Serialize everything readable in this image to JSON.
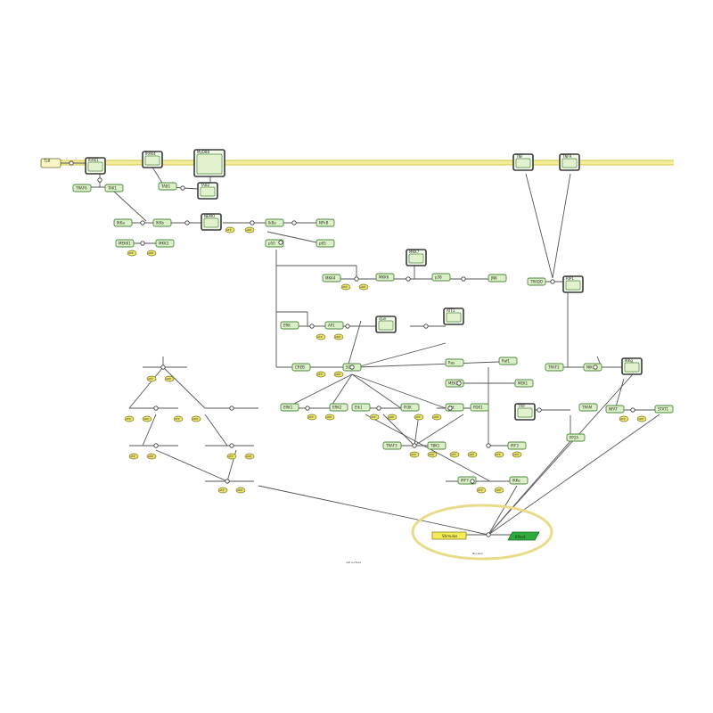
{
  "diagram": {
    "nodes": [
      {
        "id": "tlr",
        "label": "TLR"
      },
      {
        "id": "irak1",
        "label": "IRAK1"
      },
      {
        "id": "irak4",
        "label": "IRAK4"
      },
      {
        "id": "myd88",
        "label": "MyD88"
      },
      {
        "id": "traf6",
        "label": "TRAF6"
      },
      {
        "id": "tak1",
        "label": "TAK1"
      },
      {
        "id": "tab1",
        "label": "TAB1"
      },
      {
        "id": "tab2",
        "label": "TAB2"
      },
      {
        "id": "ikka",
        "label": "IKKa"
      },
      {
        "id": "ikkb",
        "label": "IKKb"
      },
      {
        "id": "nemo",
        "label": "NEMO"
      },
      {
        "id": "ikba",
        "label": "IkBa"
      },
      {
        "id": "nfkb",
        "label": "NFkB"
      },
      {
        "id": "p50",
        "label": "p50"
      },
      {
        "id": "p65",
        "label": "p65"
      },
      {
        "id": "mekk1",
        "label": "MEKK1"
      },
      {
        "id": "mkk3",
        "label": "MKK3"
      },
      {
        "id": "mkk4",
        "label": "MKK4"
      },
      {
        "id": "mkk6",
        "label": "MKK6"
      },
      {
        "id": "mkk7",
        "label": "MKK7"
      },
      {
        "id": "p38",
        "label": "p38"
      },
      {
        "id": "jnk",
        "label": "JNK"
      },
      {
        "id": "erk",
        "label": "ERK"
      },
      {
        "id": "ap1",
        "label": "AP1"
      },
      {
        "id": "cjun",
        "label": "cJun"
      },
      {
        "id": "atf2",
        "label": "ATF2"
      },
      {
        "id": "creb",
        "label": "CREB"
      },
      {
        "id": "sos",
        "label": "SOS"
      },
      {
        "id": "ras",
        "label": "Ras"
      },
      {
        "id": "raf1",
        "label": "Raf1"
      },
      {
        "id": "mek1",
        "label": "MEK1"
      },
      {
        "id": "mek2",
        "label": "MEK2"
      },
      {
        "id": "erk1",
        "label": "ERK1"
      },
      {
        "id": "erk2",
        "label": "ERK2"
      },
      {
        "id": "elk1",
        "label": "Elk1"
      },
      {
        "id": "pi3k",
        "label": "PI3K"
      },
      {
        "id": "akt",
        "label": "Akt"
      },
      {
        "id": "pdk1",
        "label": "PDK1"
      },
      {
        "id": "traf3",
        "label": "TRAF3"
      },
      {
        "id": "tbk1",
        "label": "TBK1"
      },
      {
        "id": "irf3",
        "label": "IRF3"
      },
      {
        "id": "irf7",
        "label": "IRF7"
      },
      {
        "id": "ikke",
        "label": "IKKe"
      },
      {
        "id": "trif",
        "label": "TRIF"
      },
      {
        "id": "tram",
        "label": "TRAM"
      },
      {
        "id": "tnf",
        "label": "TNF"
      },
      {
        "id": "tnfr",
        "label": "TNFR"
      },
      {
        "id": "tradd",
        "label": "TRADD"
      },
      {
        "id": "rip1",
        "label": "RIP1"
      },
      {
        "id": "traf2",
        "label": "TRAF2"
      },
      {
        "id": "nik",
        "label": "NIK"
      },
      {
        "id": "ikkg",
        "label": "IKKg"
      },
      {
        "id": "nfat",
        "label": "NFAT"
      },
      {
        "id": "stat1",
        "label": "STAT1"
      },
      {
        "id": "ppp",
        "label": "PP2A"
      }
    ],
    "small_molecules": [
      "ATP",
      "ADP",
      "ATP",
      "ADP"
    ],
    "stimulus_label": "Stimulus",
    "phenotype_label": "Effect",
    "compartment_label": "Nucleus",
    "footer_label": "cell surface"
  }
}
